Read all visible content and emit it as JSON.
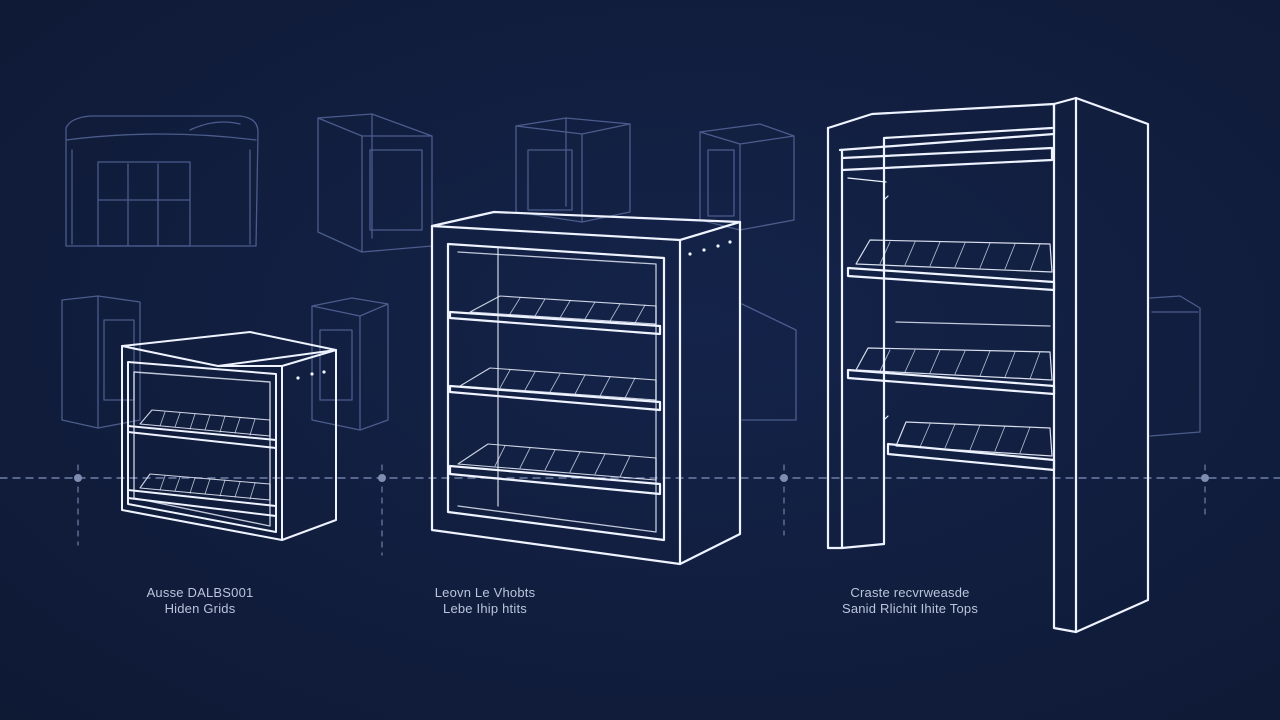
{
  "theme": {
    "background": "#111e3c",
    "line_color": "#e8eefc",
    "faint_line_color": "#8796bd",
    "dim_line_color": "#4a5a86"
  },
  "captions": [
    {
      "line1": "Ausse DALBS001",
      "line2": "Hiden Grids"
    },
    {
      "line1": "Leovn Le Vhobts",
      "line2": "Lebe Ihip htits"
    },
    {
      "line1": "Craste recvrweasde",
      "line2": "Sanid Rlichit Ihite Tops"
    }
  ]
}
